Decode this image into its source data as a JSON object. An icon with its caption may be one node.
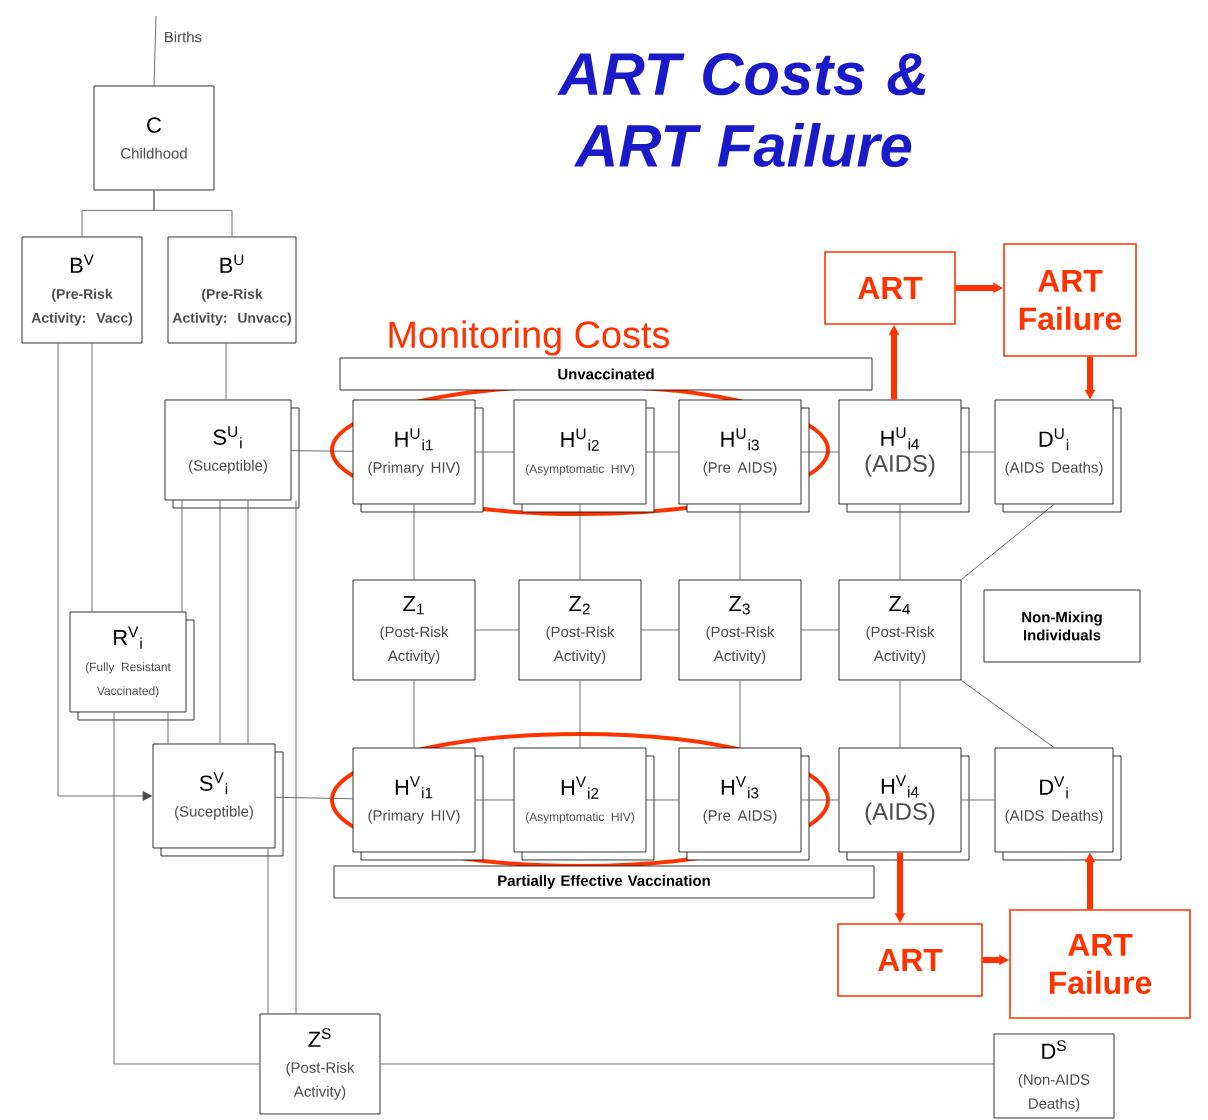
{
  "diagram": {
    "title": "ART Costs & ART Failure",
    "nodes": [
      {
        "text": [
          "C",
          "Childhood"
        ]
      },
      {
        "text": [
          "B$^{V}$",
          "(Pre-Risk Activity: Vacc)"
        ]
      },
      {
        "text": [
          "B$^{U}$",
          "(Pre-Risk Activity: Unvacc)"
        ]
      },
      {
        "text": [
          "S$^{U}$$_{i}$",
          "(Suceptible)"
        ]
      },
      {
        "text": [
          "H$^{U}$$_{i1}$",
          "(Primary HIV)"
        ]
      },
      {
        "text": [
          "H$^{U}$$_{i2}$",
          "(Asymptomatic HIV)"
        ]
      },
      {
        "text": [
          "H$^{U}$$_{i3}$",
          "(Pre AIDS)"
        ]
      },
      {
        "text": [
          "H$^{U}$$_{i4}$",
          "(AIDS)"
        ]
      },
      {
        "text": [
          "D$^{U}$$_{i}$",
          "(AIDS Deaths)"
        ]
      },
      {
        "text": [
          "Unvaccinated"
        ]
      },
      {
        "text": [
          "Z$_{1}$",
          "(Post-Risk Activity)"
        ]
      },
      {
        "text": [
          "Z$_{2}$",
          "(Post-Risk Activity)"
        ]
      },
      {
        "text": [
          "Z$_{3}$",
          "(Post-Risk Activity)"
        ]
      },
      {
        "text": [
          "Z$_{4}$",
          "(Post-Risk Activity)"
        ]
      },
      {
        "text": [
          "Non-Mixing Individuals"
        ]
      },
      {
        "text": [
          "R$^{V}$$_{i}$",
          "(Fully Resistant Vaccinated)"
        ]
      },
      {
        "text": [
          "S$^{V}$$_{i}$",
          "(Suceptible)"
        ]
      },
      {
        "text": [
          "H$^{V}$$_{i1}$",
          "(Primary HIV)"
        ]
      },
      {
        "text": [
          "H$^{V}$$_{i2}$",
          "(Asymptomatic HIV)"
        ]
      },
      {
        "text": [
          "H$^{V}$$_{i3}$",
          "(Pre AIDS)"
        ]
      },
      {
        "text": [
          "H$^{V}$$_{i4}$",
          "(AIDS)"
        ]
      },
      {
        "text": [
          "D$^{V}$$_{i}$",
          "(AIDS Deaths)"
        ]
      },
      {
        "text": [
          "Partially Effective Vaccination"
        ]
      },
      {
        "text": [
          "Z$^{S}$",
          "(Post-Risk Activity)"
        ]
      },
      {
        "text": [
          "D$^{S}$",
          "(Non-AIDS Deaths)"
        ]
      },
      {
        "text": [
          "ART"
        ]
      },
      {
        "text": [
          "ART Failure"
        ]
      },
      {
        "text": [
          "ART"
        ]
      },
      {
        "text": [
          "ART Failure"
        ]
      }
    ],
    "edges": [
      {
        "from": null,
        "to": 0,
        "arrow": "none",
        "label": "Births"
      },
      {
        "from": 0,
        "to": 1,
        "arrow": "none"
      },
      {
        "from": 0,
        "to": 2,
        "arrow": "none"
      },
      {
        "from": 2,
        "to": 3,
        "arrow": "none"
      },
      {
        "from": 1,
        "to": 15,
        "arrow": "none"
      },
      {
        "from": 1,
        "to": 16,
        "arrow": "to"
      },
      {
        "from": 3,
        "to": 15,
        "arrow": "none"
      },
      {
        "from": 3,
        "to": 16,
        "arrow": "none"
      },
      {
        "from": 3,
        "to": 16,
        "arrow": "none"
      },
      {
        "from": 3,
        "to": 23,
        "arrow": "none"
      },
      {
        "from": 15,
        "to": 16,
        "arrow": "none"
      },
      {
        "from": 15,
        "to": 23,
        "arrow": "none"
      },
      {
        "from": 16,
        "to": 23,
        "arrow": "none"
      },
      {
        "from": 3,
        "to": 4,
        "arrow": "none"
      },
      {
        "from": 4,
        "to": 5,
        "arrow": "none"
      },
      {
        "from": 5,
        "to": 6,
        "arrow": "none"
      },
      {
        "from": 6,
        "to": 7,
        "arrow": "none"
      },
      {
        "from": 7,
        "to": 8,
        "arrow": "none"
      },
      {
        "from": 4,
        "to": 10,
        "arrow": "none"
      },
      {
        "from": 5,
        "to": 11,
        "arrow": "none"
      },
      {
        "from": 6,
        "to": 12,
        "arrow": "none"
      },
      {
        "from": 7,
        "to": 13,
        "arrow": "none"
      },
      {
        "from": 10,
        "to": 11,
        "arrow": "none"
      },
      {
        "from": 11,
        "to": 12,
        "arrow": "none"
      },
      {
        "from": 12,
        "to": 13,
        "arrow": "none"
      },
      {
        "from": 8,
        "to": 13,
        "arrow": "none"
      },
      {
        "from": 10,
        "to": 17,
        "arrow": "none"
      },
      {
        "from": 11,
        "to": 18,
        "arrow": "none"
      },
      {
        "from": 12,
        "to": 19,
        "arrow": "none"
      },
      {
        "from": 13,
        "to": 20,
        "arrow": "none"
      },
      {
        "from": 13,
        "to": 21,
        "arrow": "none"
      },
      {
        "from": 16,
        "to": 17,
        "arrow": "none"
      },
      {
        "from": 17,
        "to": 18,
        "arrow": "none"
      },
      {
        "from": 18,
        "to": 19,
        "arrow": "none"
      },
      {
        "from": 19,
        "to": 20,
        "arrow": "none"
      },
      {
        "from": 20,
        "to": 21,
        "arrow": "none"
      },
      {
        "from": 23,
        "to": 24,
        "arrow": "none"
      },
      {
        "from": 7,
        "to": 25,
        "arrow": "to",
        "style": "thick",
        "color": "#ff3300"
      },
      {
        "from": 25,
        "to": 26,
        "arrow": "to",
        "style": "thick",
        "color": "#ff3300"
      },
      {
        "from": 26,
        "to": 8,
        "arrow": "to",
        "style": "thick",
        "color": "#ff3300"
      },
      {
        "from": 20,
        "to": 27,
        "arrow": "to",
        "style": "thick",
        "color": "#ff3300"
      },
      {
        "from": 27,
        "to": 28,
        "arrow": "to",
        "style": "thick",
        "color": "#ff3300"
      },
      {
        "from": 28,
        "to": 21,
        "arrow": "to",
        "style": "thick",
        "color": "#ff3300"
      }
    ],
    "labels": [
      "Monitoring Costs"
    ]
  }
}
